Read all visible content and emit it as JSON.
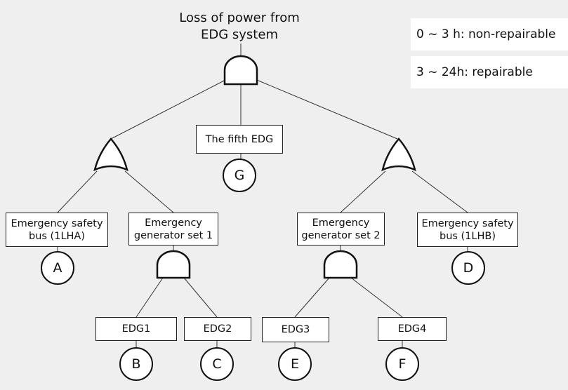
{
  "legend": {
    "line1": "0 ~ 3 h: non-repairable",
    "line2": "3 ~ 24h: repairable"
  },
  "top_event": {
    "line1": "Loss of power  from",
    "line2": "EDG system"
  },
  "nodes": {
    "fifth_edg": "The fifth EDG",
    "bus_1lha": {
      "line1": "Emergency safety",
      "line2": "bus (1LHA)"
    },
    "gen_set_1": {
      "line1": "Emergency",
      "line2": "generator set 1"
    },
    "gen_set_2": {
      "line1": "Emergency",
      "line2": "generator set 2"
    },
    "bus_1lhb": {
      "line1": "Emergency safety",
      "line2": "bus (1LHB)"
    },
    "edg1": "EDG1",
    "edg2": "EDG2",
    "edg3": "EDG3",
    "edg4": "EDG4"
  },
  "basic_events": {
    "a": "A",
    "b": "B",
    "c": "C",
    "d": "D",
    "e": "E",
    "f": "F",
    "g": "G"
  }
}
